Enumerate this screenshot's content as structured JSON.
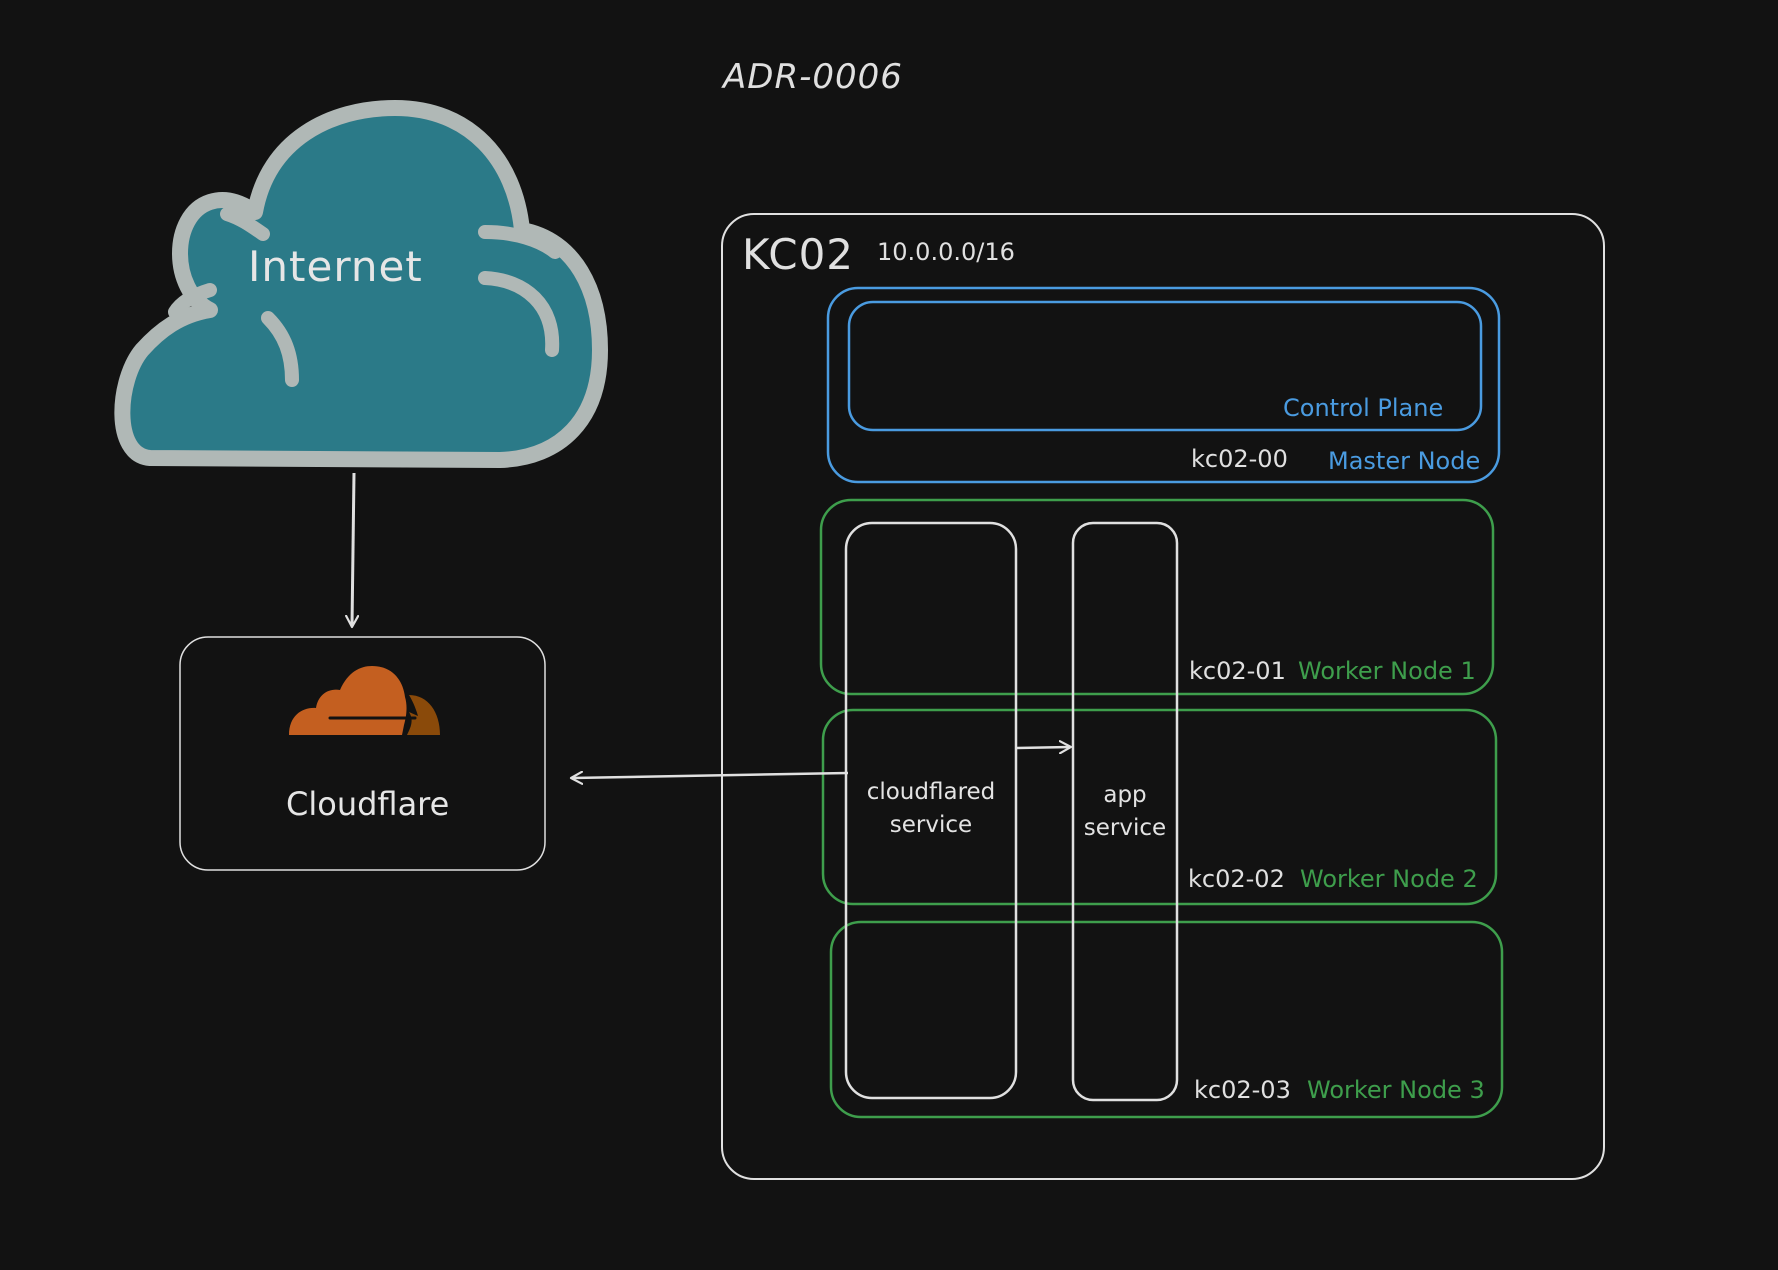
{
  "diagram": {
    "title": "ADR-0006",
    "colors": {
      "background": "#121212",
      "stroke": "#e0e0e0",
      "master_blue": "#4a9be0",
      "worker_green": "#3e9e4c",
      "internet_fill": "#2b7a88",
      "internet_stroke": "#b0b8b6",
      "cloudflare_orange": "#c45f20",
      "cloudflare_brown": "#8a4a0a"
    },
    "internet": {
      "label": "Internet",
      "icon": "cloud-icon"
    },
    "cloudflare": {
      "label": "Cloudflare",
      "icon": "cloudflare-logo-icon"
    },
    "cluster": {
      "name": "KC02",
      "cidr": "10.0.0.0/16",
      "master": {
        "host": "kc02-00",
        "role": "Master Node",
        "control_plane_label": "Control Plane"
      },
      "workers": [
        {
          "host": "kc02-01",
          "role": "Worker Node 1"
        },
        {
          "host": "kc02-02",
          "role": "Worker Node 2"
        },
        {
          "host": "kc02-03",
          "role": "Worker Node 3"
        }
      ],
      "services": [
        {
          "line1": "cloudflared",
          "line2": "service"
        },
        {
          "line1": "app",
          "line2": "service"
        }
      ]
    },
    "connections": [
      {
        "from": "Internet",
        "to": "Cloudflare"
      },
      {
        "from": "cloudflared service",
        "to": "Cloudflare"
      },
      {
        "from": "cloudflared service",
        "to": "app service"
      }
    ]
  }
}
